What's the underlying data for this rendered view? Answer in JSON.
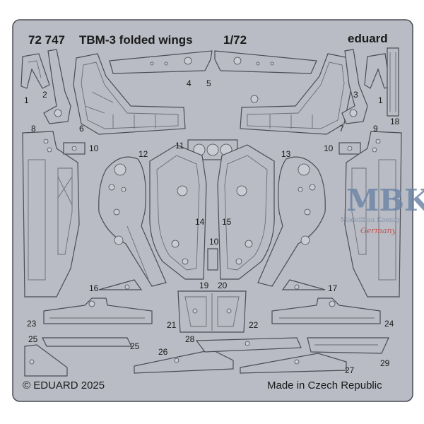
{
  "sheet": {
    "product_code": "72 747",
    "product_title": "TBM-3 folded wings",
    "scale": "1/72",
    "brand": "eduard",
    "copyright": "© EDUARD 2025",
    "origin": "Made in Czech Republic",
    "background_color": "#b9bcc4",
    "frame_color": "#4a4d55"
  },
  "watermark": {
    "logo": "MBK",
    "line": "Modellbau Koenig",
    "script": "Germany"
  },
  "part_numbers": {
    "p1_left": "1",
    "p2_left": "2",
    "p3_right": "3",
    "p1_right": "1",
    "p4": "4",
    "p5": "5",
    "p6": "6",
    "p7": "7",
    "p8": "8",
    "p9": "9",
    "p10_left": "10",
    "p10_right": "10",
    "p10_center": "10",
    "p11": "11",
    "p12": "12",
    "p13": "13",
    "p14": "14",
    "p15": "15",
    "p16": "16",
    "p17": "17",
    "p18": "18",
    "p19": "19",
    "p20": "20",
    "p21": "21",
    "p22": "22",
    "p23": "23",
    "p24": "24",
    "p25_left": "25",
    "p25_right": "25",
    "p26": "26",
    "p27": "27",
    "p28": "28",
    "p29": "29"
  }
}
